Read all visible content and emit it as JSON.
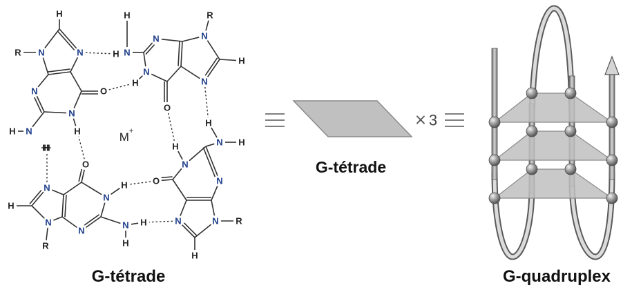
{
  "structure": {
    "ion": {
      "symbol": "M",
      "charge": "+"
    },
    "caption": "G-tétrade",
    "atom_labels": {
      "N": "N",
      "O": "O",
      "H": "H",
      "R": "R"
    }
  },
  "middle": {
    "equiv": "≡",
    "tetrad_caption": "G-tétrade",
    "times": "×",
    "count": "3",
    "equiv2": "≡"
  },
  "quadruplex": {
    "caption": "G-quadruplex",
    "tetrad_layers": 3
  },
  "colors": {
    "bond": "#303030",
    "nitrogen": "#1f3f8a",
    "plane_fill": "#c0c0c0",
    "plane_stroke": "#8a8a8a",
    "sphere": "#8a8a8a"
  }
}
